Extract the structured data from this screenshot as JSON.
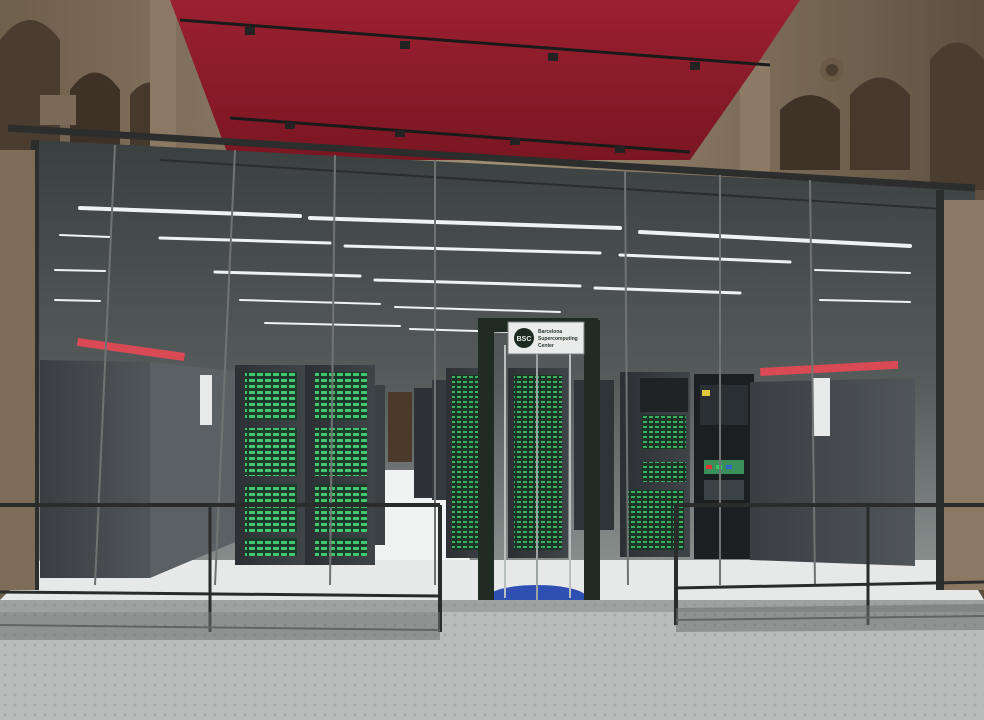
{
  "photo": {
    "subject": "supercomputer-glass-enclosure-in-chapel",
    "colors": {
      "ceiling_red": "#8f1d2a",
      "stone": "#8a7a66",
      "glass_frame": "#2a2d2c",
      "rack_dark": "#2b2e31",
      "rack_led_green": "#3fbf6a",
      "floor": "#bcbfbd",
      "entrance_floor_blue": "#2f4fb3"
    }
  },
  "sign": {
    "logo": "BSC",
    "line1": "Barcelona",
    "line2": "Supercomputing",
    "line3": "Center"
  }
}
